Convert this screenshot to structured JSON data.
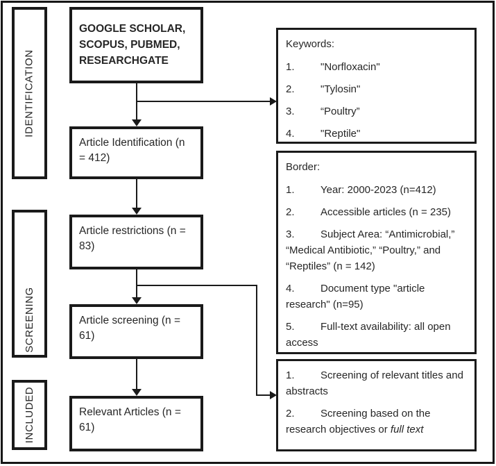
{
  "colors": {
    "ink": "#1a1a1a",
    "background": "#ffffff"
  },
  "rails": [
    {
      "label": "IDENTIFICATION"
    },
    {
      "label": "SCREENING"
    },
    {
      "label": "INCLUDED"
    }
  ],
  "flow_boxes": {
    "sources": {
      "lines": [
        "GOOGLE SCHOLAR,",
        "SCOPUS, PUBMED,",
        "RESEARCHGATE"
      ]
    },
    "identification": {
      "lines": [
        "Article Identification (n",
        "= 412)"
      ]
    },
    "restrictions": {
      "lines": [
        "Article restrictions (n =",
        "83)"
      ]
    },
    "screening": {
      "lines": [
        "Article screening (n =",
        "61)"
      ]
    },
    "relevant": {
      "lines": [
        "Relevant Articles (n =",
        "61)"
      ]
    }
  },
  "keywords_box": {
    "title": "Keywords:",
    "items": [
      {
        "num": "1.",
        "text": "\"Norfloxacin\""
      },
      {
        "num": "2.",
        "text": "\"Tylosin\""
      },
      {
        "num": "3.",
        "text": "“Poultry”"
      },
      {
        "num": "4.",
        "text": "\"Reptile\""
      }
    ]
  },
  "border_box": {
    "title": "Border:",
    "items": [
      {
        "num": "1.",
        "text": "Year: 2000-2023 (n=412)"
      },
      {
        "num": "2.",
        "text": "Accessible articles (n = 235)"
      },
      {
        "num": "3.",
        "text": "Subject Area: “Antimicrobial,” “Medical Antibiotic,” “Poultry,” and “Reptiles” (n = 142)"
      },
      {
        "num": "4.",
        "text": "Document type \"article research\" (n=95)"
      },
      {
        "num": "5.",
        "text": "Full-text availability: all open access"
      }
    ]
  },
  "screening_steps_box": {
    "items": [
      {
        "num": "1.",
        "text": "Screening of relevant titles and abstracts",
        "italic": ""
      },
      {
        "num": "2.",
        "text": "Screening based on the research objectives or ",
        "italic": "full text"
      }
    ]
  }
}
